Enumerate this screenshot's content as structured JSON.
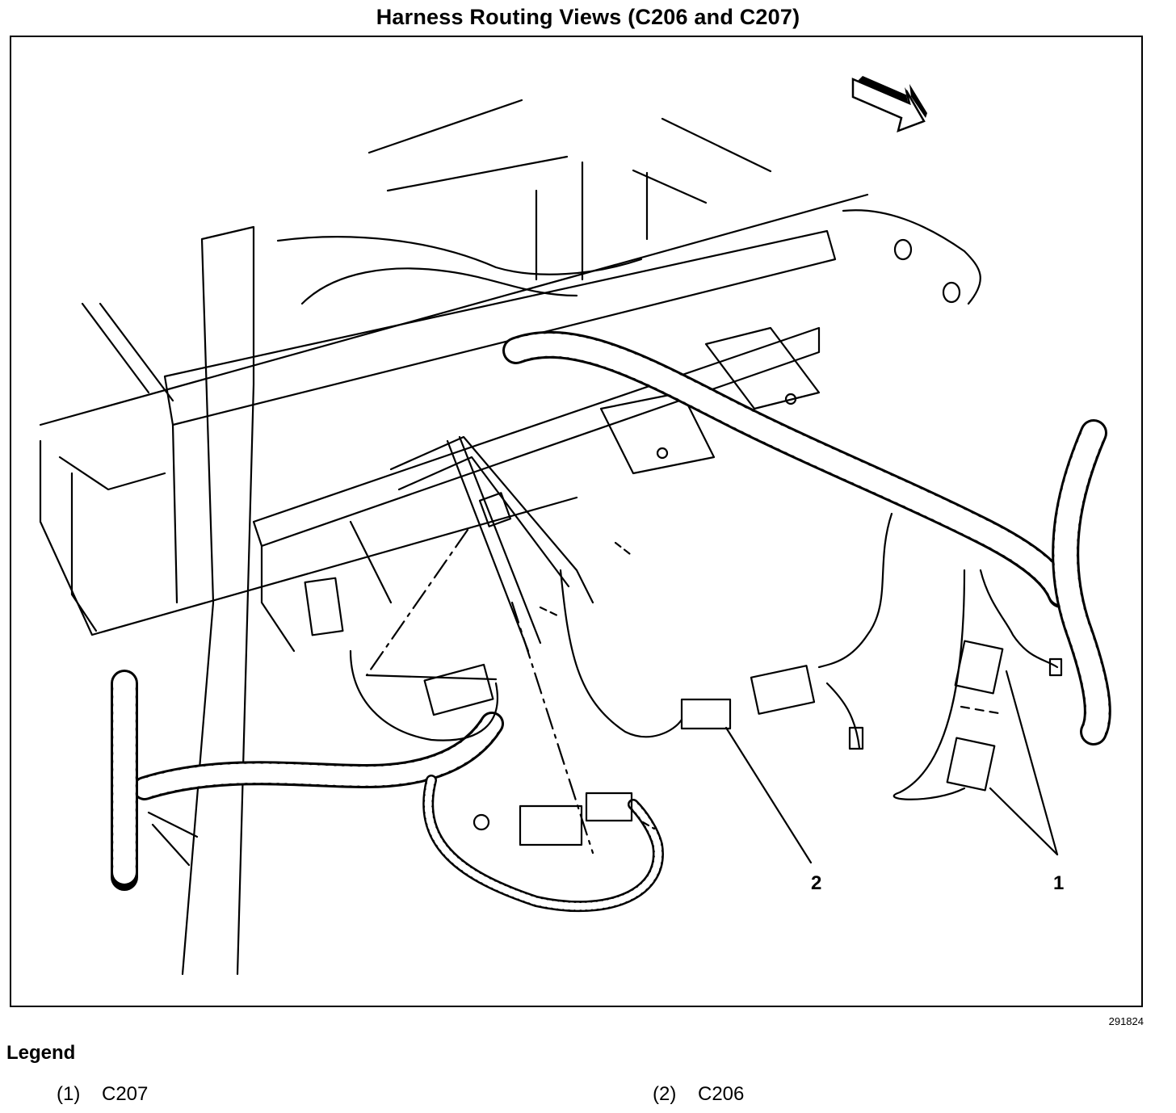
{
  "title": "Harness Routing Views (C206 and C207)",
  "figure_id": "291824",
  "callouts": {
    "c1": "1",
    "c2": "2"
  },
  "legend": {
    "heading": "Legend",
    "items": [
      {
        "num": "(1)",
        "label": "C207"
      },
      {
        "num": "(2)",
        "label": "C206"
      }
    ]
  },
  "icons": {
    "direction": "forward-arrow-icon"
  }
}
